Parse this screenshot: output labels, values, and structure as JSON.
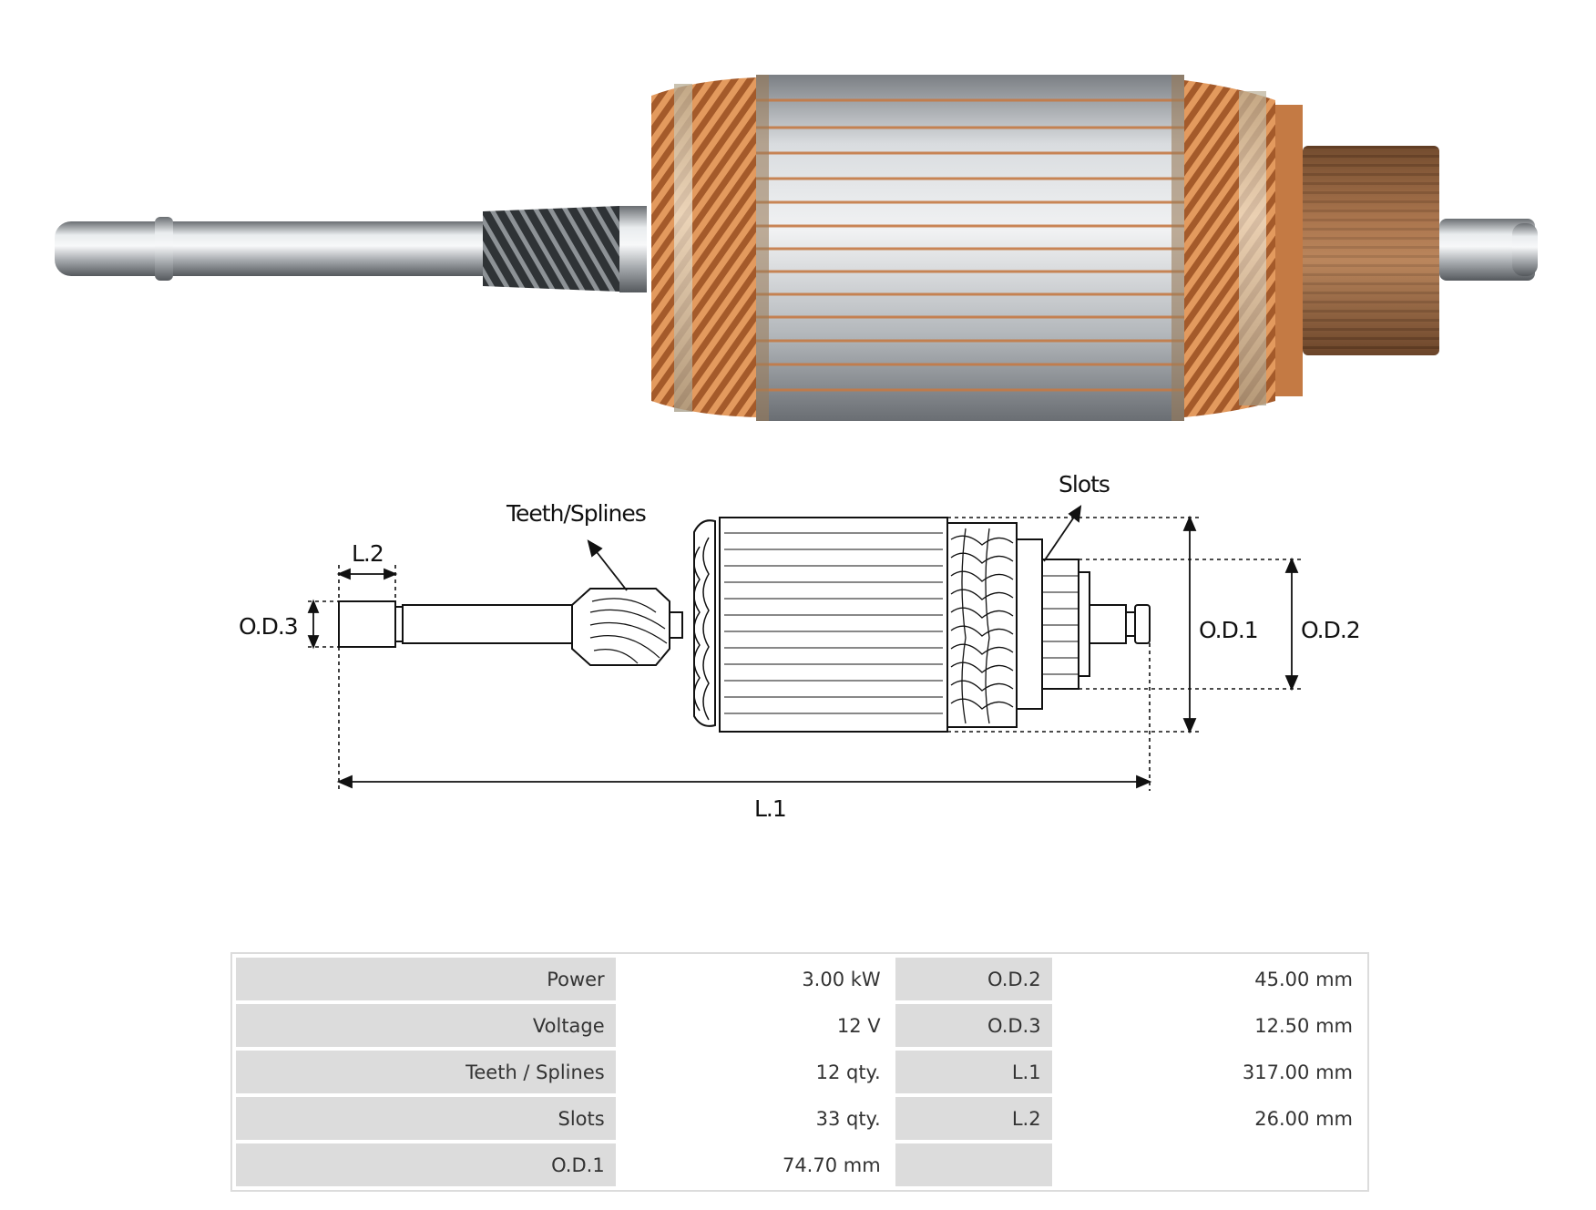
{
  "diagram": {
    "labels": {
      "teeth_splines": "Teeth/Splines",
      "slots": "Slots",
      "l2": "L.2",
      "od3": "O.D.3",
      "od1": "O.D.1",
      "od2": "O.D.2",
      "l1": "L.1"
    }
  },
  "specs": {
    "rows": [
      {
        "k1": "Power",
        "v1": "3.00 kW",
        "k2": "O.D.2",
        "v2": "45.00 mm"
      },
      {
        "k1": "Voltage",
        "v1": "12 V",
        "k2": "O.D.3",
        "v2": "12.50 mm"
      },
      {
        "k1": "Teeth / Splines",
        "v1": "12 qty.",
        "k2": "L.1",
        "v2": "317.00 mm"
      },
      {
        "k1": "Slots",
        "v1": "33 qty.",
        "k2": "L.2",
        "v2": "26.00 mm"
      },
      {
        "k1": "O.D.1",
        "v1": "74.70 mm",
        "k2": "",
        "v2": ""
      }
    ]
  }
}
